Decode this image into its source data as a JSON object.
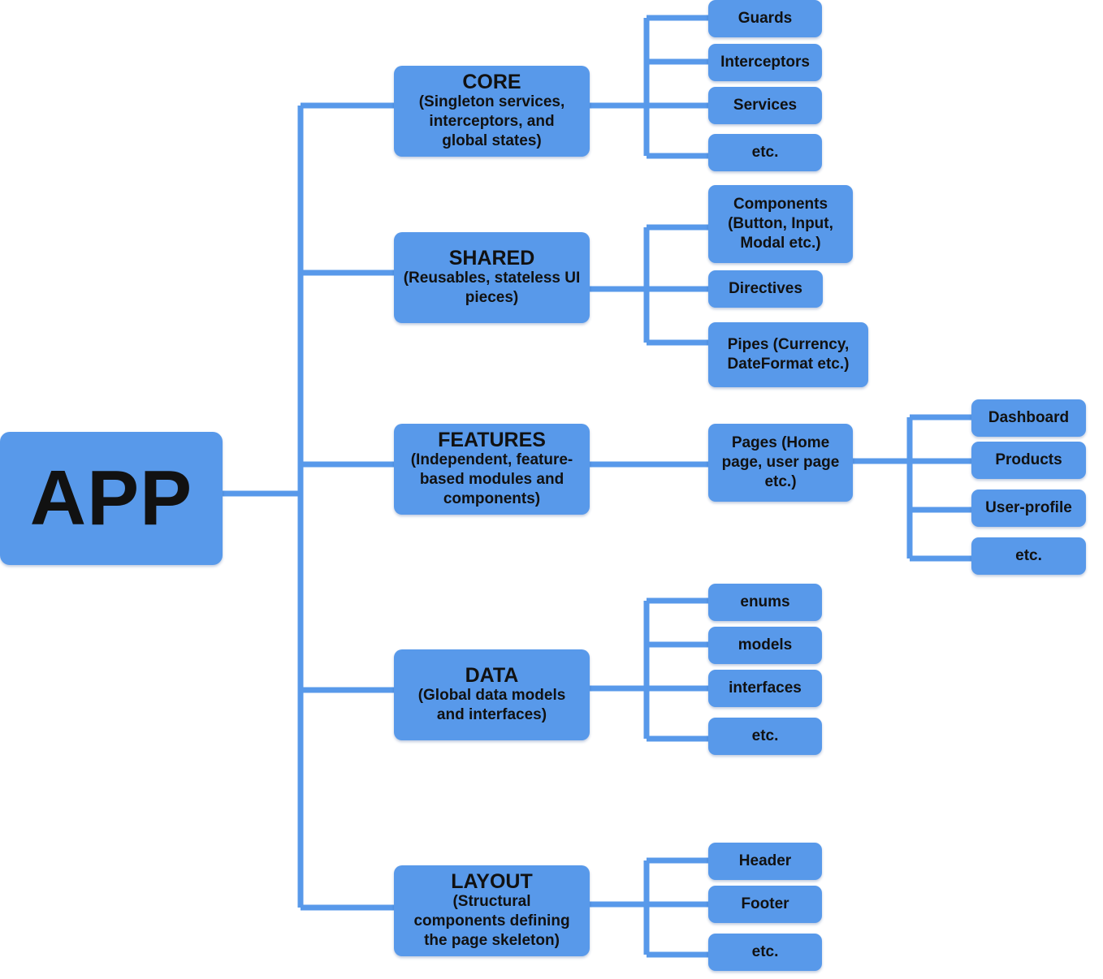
{
  "colors": {
    "node_fill": "#5899ea",
    "connector": "#5899ea",
    "text": "#111111"
  },
  "root": {
    "label": "APP"
  },
  "branches": {
    "core": {
      "title": "CORE",
      "desc": "(Singleton services, interceptors, and global states)"
    },
    "shared": {
      "title": "SHARED",
      "desc": "(Reusables, stateless UI pieces)"
    },
    "features": {
      "title": "FEATURES",
      "desc": "(Independent, feature-based modules and components)"
    },
    "data": {
      "title": "DATA",
      "desc": "(Global data models and interfaces)"
    },
    "layout": {
      "title": "LAYOUT",
      "desc": "(Structural components defining the page skeleton)"
    }
  },
  "core_children": [
    "Guards",
    "Interceptors",
    "Services",
    "etc."
  ],
  "shared_children": [
    "Components (Button, Input, Modal etc.)",
    "Directives",
    "Pipes (Currency, DateFormat etc.)"
  ],
  "features_child": {
    "label": "Pages (Home page, user page etc.)"
  },
  "pages_children": [
    "Dashboard",
    "Products",
    "User-profile",
    "etc."
  ],
  "data_children": [
    "enums",
    "models",
    "interfaces",
    "etc."
  ],
  "layout_children": [
    "Header",
    "Footer",
    "etc."
  ]
}
